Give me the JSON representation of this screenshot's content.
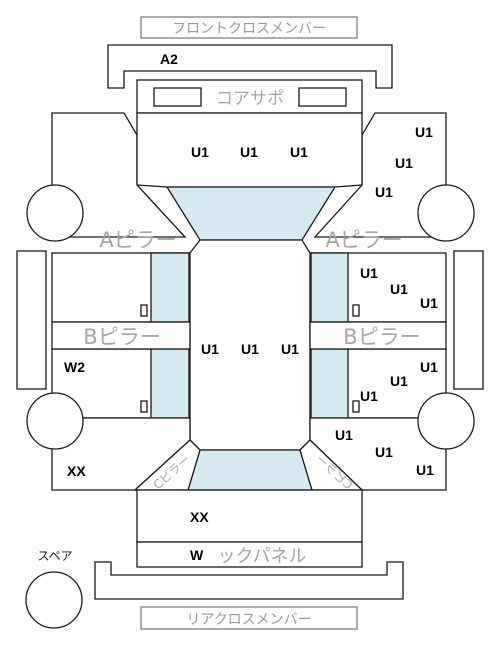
{
  "labels": {
    "front_cross_member": "フロントクロスメンバー",
    "core_support": "コアサポ",
    "a_pillar_left": "Aピラー",
    "a_pillar_right": "Aピラー",
    "b_pillar_left": "Bピラー",
    "b_pillar_right": "Bピラー",
    "back_panel": "ックパネル",
    "rear_cross_member": "リアクロスメンバー",
    "spare": "スペア",
    "c_pillar_left": "Cピラー",
    "c_pillar_right": "Cピラー"
  },
  "grades": {
    "front_member": "A2",
    "hood": [
      "U1",
      "U1",
      "U1"
    ],
    "front_right_fender": [
      "U1",
      "U1",
      "U1"
    ],
    "front_right_door": [
      "U1",
      "U1",
      "U1"
    ],
    "roof": [
      "U1",
      "U1",
      "U1"
    ],
    "rear_left_door": "W2",
    "rear_right_door": [
      "U1",
      "U1",
      "U1"
    ],
    "rear_right_quarter": [
      "U1",
      "U1",
      "U1"
    ],
    "rear_left_quarter": "XX",
    "trunk": "XX",
    "back_panel": "W"
  },
  "colors": {
    "glass": "#d5e9f1",
    "outline": "#1a1a1a",
    "label_gray": "#a6a6a6"
  }
}
